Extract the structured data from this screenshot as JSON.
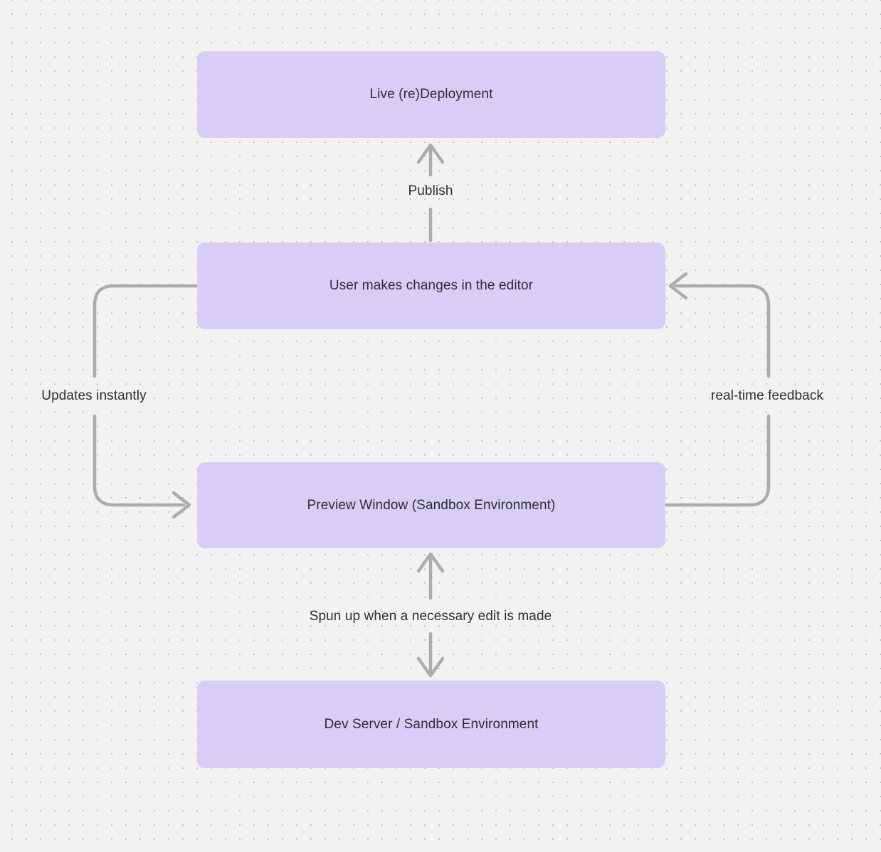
{
  "diagram": {
    "type": "flowchart",
    "background_color": "#F2F2F1",
    "dot_grid_color": "#C3C3C3",
    "node_fill_color": "#D7CDF6",
    "node_text_color": "#2D2D32",
    "arrow_color": "#ACACAC",
    "nodes": [
      {
        "id": "live-redeployment",
        "label": "Live (re)Deployment"
      },
      {
        "id": "user-editor",
        "label": "User makes changes in the editor"
      },
      {
        "id": "preview-window",
        "label": "Preview Window (Sandbox Environment)"
      },
      {
        "id": "dev-server",
        "label": "Dev Server / Sandbox Environment"
      }
    ],
    "edges": [
      {
        "id": "publish",
        "label": "Publish",
        "from": "user-editor",
        "to": "live-redeployment",
        "direction": "up"
      },
      {
        "id": "updates-instantly",
        "label": "Updates instantly",
        "from": "user-editor",
        "to": "preview-window",
        "direction": "left-loop-down"
      },
      {
        "id": "real-time-feedback",
        "label": "real-time feedback",
        "from": "preview-window",
        "to": "user-editor",
        "direction": "right-loop-up"
      },
      {
        "id": "spun-up",
        "label": "Spun up when a necessary edit is made",
        "from": "dev-server",
        "to": "preview-window",
        "direction": "bidirectional"
      }
    ]
  }
}
